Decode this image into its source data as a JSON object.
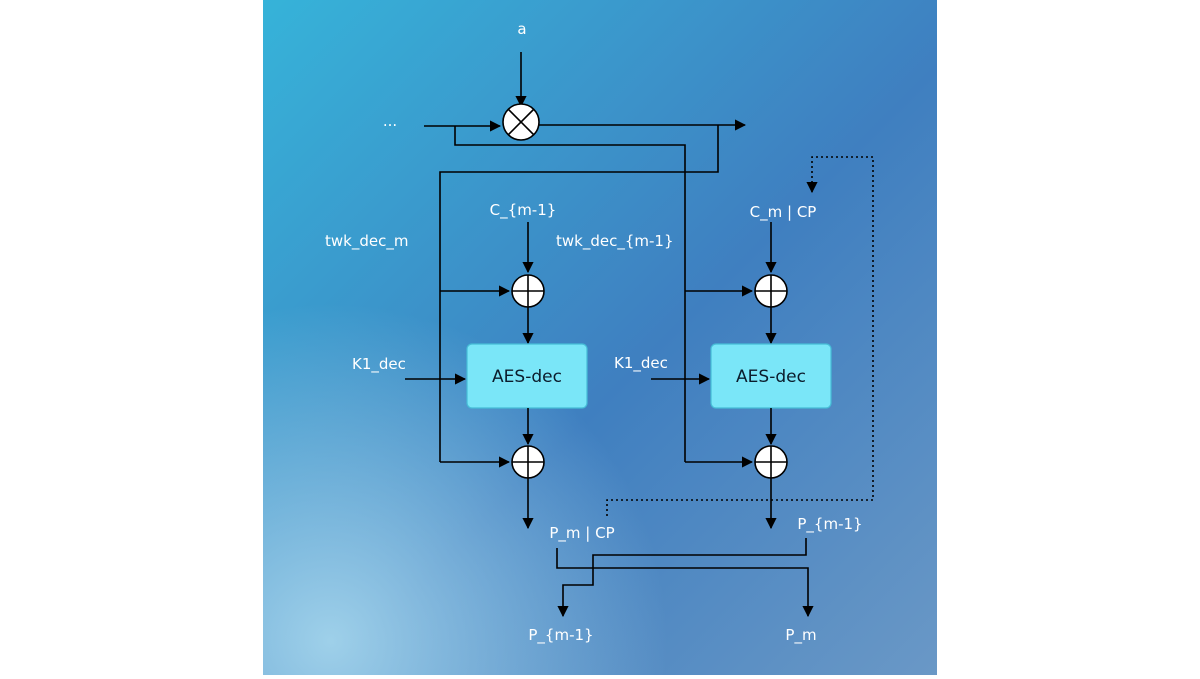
{
  "diagram": {
    "labels": {
      "a": "a",
      "ellipsis": "...",
      "twk_dec_m": "twk_dec_m",
      "twk_dec_m1": "twk_dec_{m-1}",
      "c_m1": "C_{m-1}",
      "c_m_cp": "C_m | CP",
      "k1_dec_left": "K1_dec",
      "k1_dec_right": "K1_dec",
      "p_m_cp": "P_m | CP",
      "p_m1_top": "P_{m-1}",
      "p_m1_bottom": "P_{m-1}",
      "p_m": "P_m"
    },
    "blocks": {
      "left": "AES-dec",
      "right": "AES-dec"
    },
    "colors": {
      "block_fill": "#7ae6f8",
      "background_start": "#3aaed6",
      "background_end": "#4a80b8"
    }
  }
}
